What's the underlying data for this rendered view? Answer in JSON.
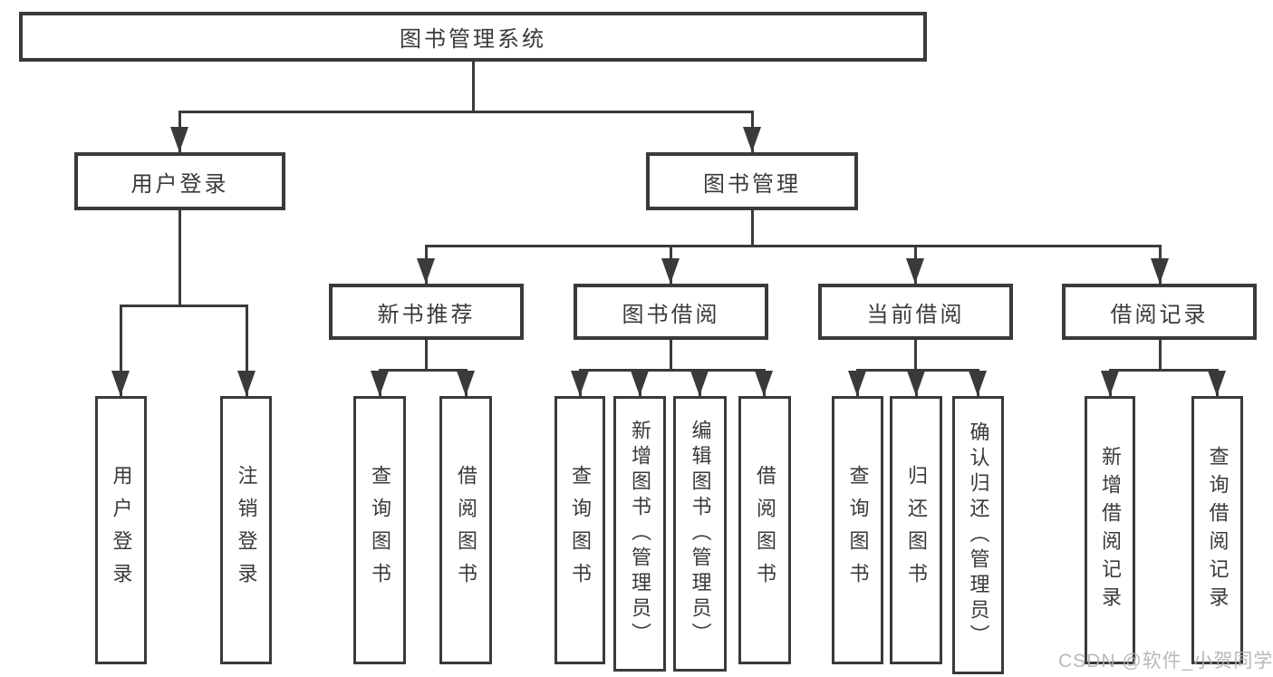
{
  "diagram": {
    "title": "图书管理系统",
    "user_login": {
      "label": "用户登录",
      "children": [
        "用户登录",
        "注销登录"
      ]
    },
    "book_mgmt": {
      "label": "图书管理",
      "modules": {
        "new_book": {
          "label": "新书推荐",
          "children": [
            "查询图书",
            "借阅图书"
          ]
        },
        "book_borrow": {
          "label": "图书借阅",
          "children": [
            "查询图书",
            "新增图书（管理员）",
            "编辑图书（管理员）",
            "借阅图书"
          ]
        },
        "current_borrow": {
          "label": "当前借阅",
          "children": [
            "查询图书",
            "归还图书",
            "确认归还（管理员）"
          ]
        },
        "borrow_records": {
          "label": "借阅记录",
          "children": [
            "新增借阅记录",
            "查询借阅记录"
          ]
        }
      }
    }
  },
  "watermark": {
    "text": "CSDN @软件_小贺同学"
  },
  "colors": {
    "line": "#3a3a3a",
    "text": "#3a3a3a",
    "background": "#ffffff",
    "watermark": "#afafaf"
  }
}
